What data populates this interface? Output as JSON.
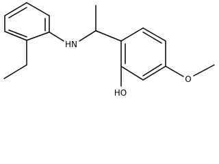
{
  "molecule": {
    "atom_labels": {
      "amine": "HN",
      "hydroxyl": "HO",
      "methoxy_oxygen": "O"
    },
    "colors": {
      "bond": "#000000",
      "text": "#000000",
      "background": "#ffffff"
    }
  }
}
